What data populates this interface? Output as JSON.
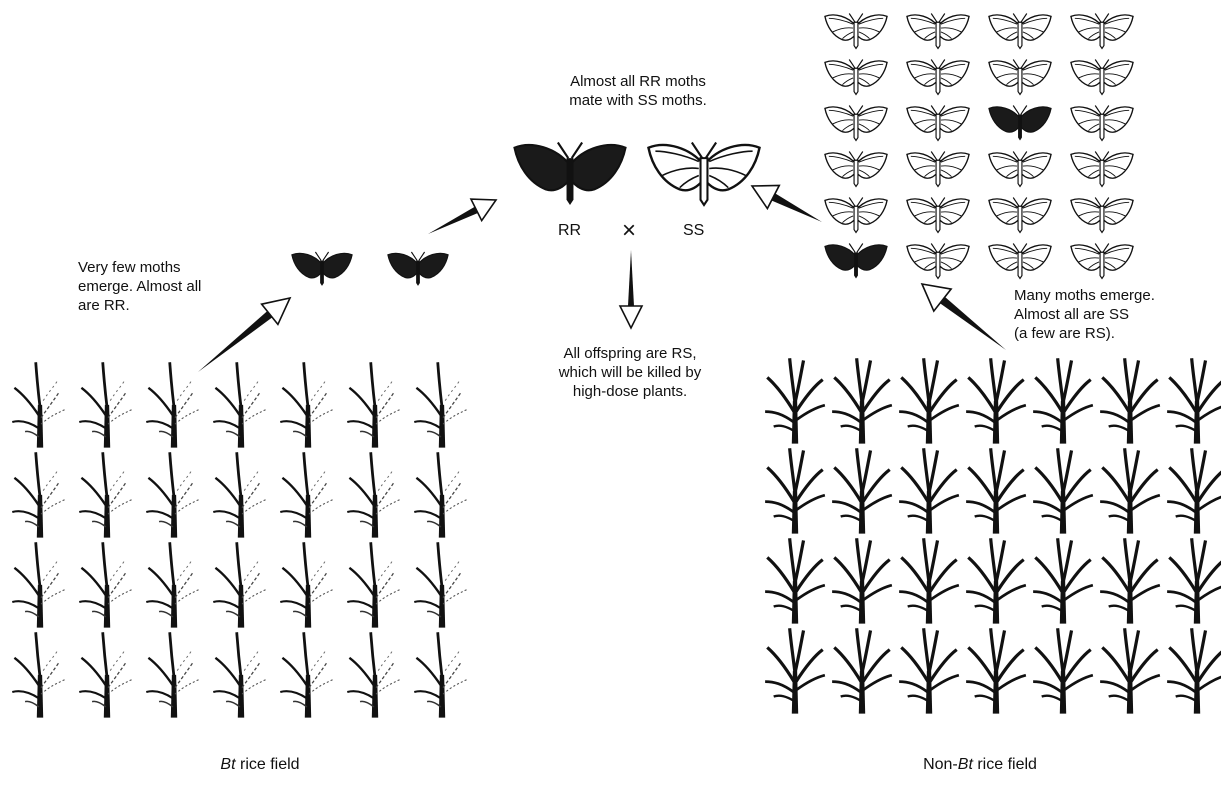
{
  "captions": {
    "mate": "Almost all RR moths mate with SS moths.",
    "mate_line1": "Almost all RR moths",
    "mate_line2": "mate with SS moths.",
    "few_line1": "Very few moths",
    "few_line2": "emerge. Almost all",
    "few_line3": "are RR.",
    "many_line1": "Many moths emerge.",
    "many_line2": "Almost all are SS",
    "many_line3": "(a few are RS).",
    "offspring_line1": "All offspring are RS,",
    "offspring_line2": "which will be killed by",
    "offspring_line3": "high-dose plants."
  },
  "genotypes": {
    "left": "RR",
    "cross": "×",
    "right": "SS"
  },
  "fields": {
    "bt_italic": "Bt",
    "bt_rest": " rice field",
    "nonbt_prefix": "Non-",
    "nonbt_italic": "Bt",
    "nonbt_rest": " rice field"
  },
  "colors": {
    "ink": "#111111",
    "dark_moth": "#1a1a1a",
    "light_moth": "#ffffff"
  },
  "swarm": {
    "rows": 6,
    "cols": 4,
    "dark_positions": [
      [
        2,
        2
      ],
      [
        5,
        0
      ]
    ]
  },
  "bt_field": {
    "rows": 4,
    "cols": 7,
    "damaged": true
  },
  "nonbt_field": {
    "rows": 4,
    "cols": 7,
    "damaged": false
  }
}
